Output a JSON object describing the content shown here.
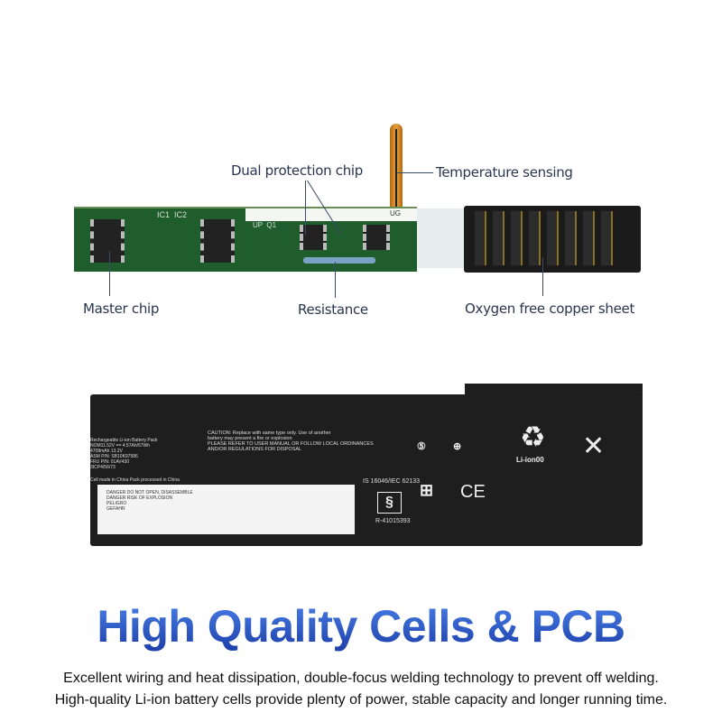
{
  "pcb_labels": {
    "dual": "Dual protection chip",
    "temp": "Temperature sensing",
    "master": "Master chip",
    "resistance": "Resistance",
    "copper": "Oxygen free copper sheet"
  },
  "pcb_silk": {
    "ic": "IC1  IC2",
    "q": "UP  Q1",
    "ug": "UG"
  },
  "battery": {
    "left_text": "Rechargeable Li-ion Battery Pack\nNOM11.52V == 4.57Ah/57Wh\n4708mAh 13.2V\nASM P/N: SB10K97586\nFRU P/N: 01AV430\n3ICP4/56/73",
    "made_in": "Cell made in China  Pack processed in China",
    "caution": "CAUTION: Replace with same type only. Use of another\nbattery may present a fire or explosion\nPLEASE REFER TO USER MANUAL OR FOLLOW LOCAL ORDINANCES\nAND/OR REGULATIONS FOR DISPOSAL",
    "standard": "IS 16046/IEC 62133",
    "reg_no": "R-41015393",
    "recycle": "Li-ion00",
    "ce": "CE",
    "warnings": "DANGER  DO NOT OPEN, DISASSEMBLE\nDANGER  RISK OF EXPLOSION\nPELIGRO\nGEFAHR"
  },
  "title": "High Quality Cells & PCB",
  "caption": [
    "Excellent wiring and heat dissipation, double-focus welding technology to prevent off welding.",
    "High-quality Li-ion battery cells provide plenty of power, stable capacity and longer running time."
  ]
}
